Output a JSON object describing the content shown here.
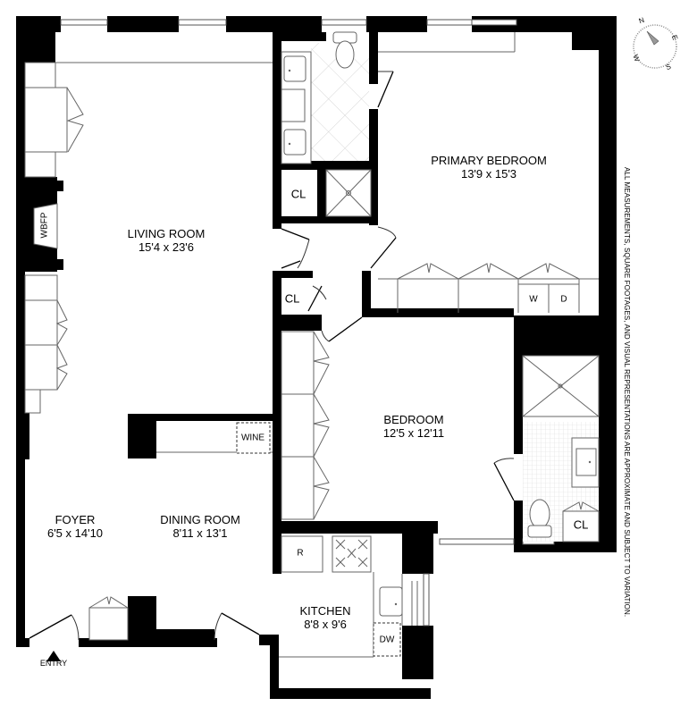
{
  "plan": {
    "rooms": {
      "living_room": {
        "name": "LIVING ROOM",
        "dimensions": "15'4 x 23'6"
      },
      "primary_bedroom": {
        "name": "PRIMARY BEDROOM",
        "dimensions": "13'9 x 15'3"
      },
      "bedroom": {
        "name": "BEDROOM",
        "dimensions": "12'5 x 12'11"
      },
      "foyer": {
        "name": "FOYER",
        "dimensions": "6'5 x 14'10"
      },
      "dining_room": {
        "name": "DINING ROOM",
        "dimensions": "8'11 x 13'1"
      },
      "kitchen": {
        "name": "KITCHEN",
        "dimensions": "8'8 x 9'6"
      }
    },
    "fixtures": {
      "wbfp": "WBFP",
      "wine": "WINE",
      "closet_1": "CL",
      "closet_2": "CL",
      "closet_3": "CL",
      "washer": "W",
      "dryer": "D",
      "refrigerator": "R",
      "dishwasher": "DW"
    },
    "entry_label": "ENTRY",
    "compass": {
      "n": "N",
      "e": "E",
      "s": "S",
      "w": "W"
    },
    "disclaimer": "ALL MEASUREMENTS, SQUARE FOOTAGES, AND VISUAL REPRESENTATIONS ARE APPROXIMATE AND SUBJECT TO VARIATION."
  }
}
